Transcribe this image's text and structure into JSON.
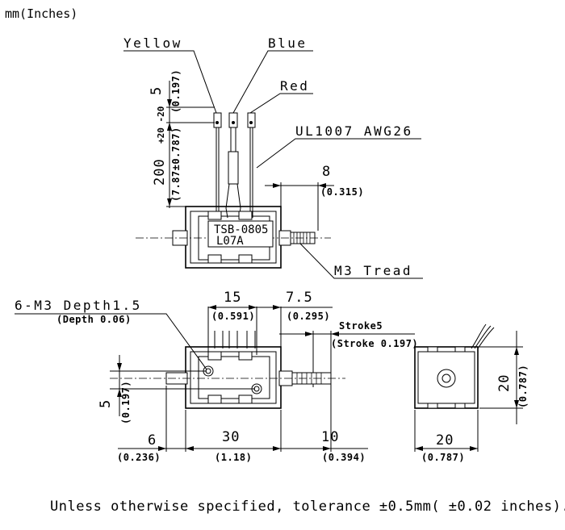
{
  "units": "mm(Inches)",
  "wires": {
    "yellow": "Yellow",
    "blue": "Blue",
    "red": "Red",
    "spec": "UL1007 AWG26"
  },
  "top_view": {
    "part_number": "TSB-0805",
    "lot_code": "L07A",
    "thread": "M3 Tread",
    "dim_strip": "5",
    "dim_strip_in": "(0.197)",
    "dim_lead": "200",
    "dim_lead_tol": "+20 -20",
    "dim_lead_in": "(7.87±0.787)",
    "dim_shaft": "8",
    "dim_shaft_in": "(0.315)"
  },
  "side_view": {
    "tapped_holes": "6-M3 Depth1.5",
    "tapped_holes_in": "(Depth 0.06)",
    "dim_hole_pitch": "15",
    "dim_hole_pitch_in": "(0.591)",
    "dim_hole_offset": "7.5",
    "dim_hole_offset_in": "(0.295)",
    "stroke": "Stroke5",
    "stroke_in": "(Stroke 0.197)",
    "dim_height": "5",
    "dim_height_in": "(0.197)",
    "dim_left": "6",
    "dim_left_in": "(0.236)",
    "dim_body": "30",
    "dim_body_in": "(1.18)",
    "dim_right": "10",
    "dim_right_in": "(0.394)"
  },
  "end_view": {
    "dim_height": "20",
    "dim_height_in": "(0.787)",
    "dim_width": "20",
    "dim_width_in": "(0.787)"
  },
  "note": "Unless otherwise specified, tolerance ±0.5mm( ±0.02 inches)."
}
